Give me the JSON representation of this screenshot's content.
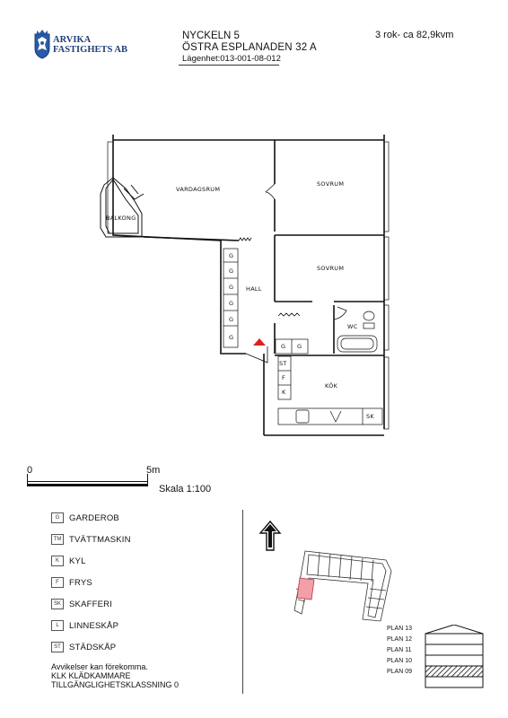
{
  "company": {
    "line1": "ARVIKA",
    "line2": "FASTIGHETS AB"
  },
  "header": {
    "building": "NYCKELN 5",
    "address": "ÖSTRA ESPLANADEN 32 A",
    "apartment": "Lägenhet:013-001-08-012",
    "size": "3 rok- ca 82,9kvm"
  },
  "rooms": {
    "vardagsrum": "VARDAGSRUM",
    "sovrum1": "SOVRUM",
    "sovrum2": "SOVRUM",
    "balkong": "BALKONG",
    "hall": "HALL",
    "wc": "WC",
    "kok": "KÖK"
  },
  "fixtures": {
    "g": "G",
    "st": "ST",
    "f": "F",
    "k": "K",
    "sk": "SK"
  },
  "scale": {
    "zero": "0",
    "end": "5m",
    "label": "Skala 1:100"
  },
  "legend": [
    {
      "code": "G",
      "label": "GARDEROB"
    },
    {
      "code": "TM",
      "label": "TVÄTTMASKIN"
    },
    {
      "code": "K",
      "label": "KYL"
    },
    {
      "code": "F",
      "label": "FRYS"
    },
    {
      "code": "SK",
      "label": "SKAFFERI"
    },
    {
      "code": "L",
      "label": "LINNESKÅP"
    },
    {
      "code": "ST",
      "label": "STÄDSKÅP"
    }
  ],
  "notes": [
    "Avvikelser kan förekomma.",
    "KLK KLÄDKAMMARE",
    "TILLGÄNGLIGHETSKLASSNING 0"
  ],
  "floors": [
    "PLAN 13",
    "PLAN 12",
    "PLAN 11",
    "PLAN 10",
    "PLAN 09"
  ],
  "current_floor": "PLAN 10",
  "colors": {
    "brand": "#1f3f7a",
    "marker": "#e02020",
    "highlight": "#f2a0a8"
  }
}
